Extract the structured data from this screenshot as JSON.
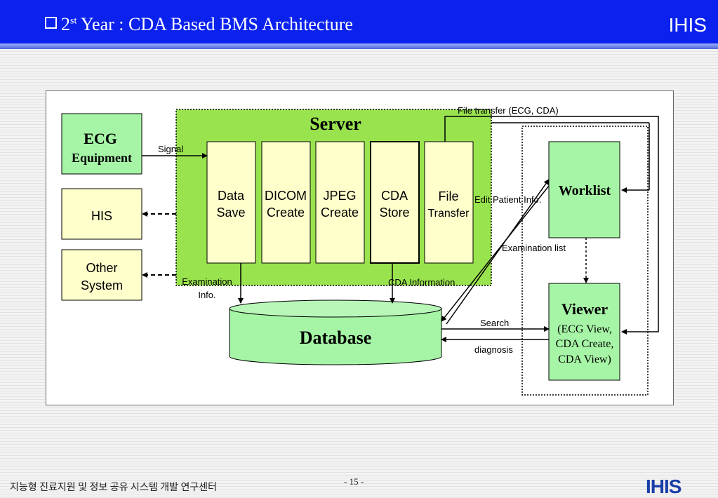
{
  "header": {
    "title_prefix": "2",
    "title_sup": "st",
    "title_rest": " Year : CDA Based BMS Architecture",
    "brand": "IHIS"
  },
  "diagram": {
    "server_label": "Server",
    "modules": [
      {
        "line1": "Data",
        "line2": "Save"
      },
      {
        "line1": "DICOM",
        "line2": "Create"
      },
      {
        "line1": "JPEG",
        "line2": "Create"
      },
      {
        "line1": "CDA",
        "line2": "Store"
      },
      {
        "line1": "File",
        "line2": "Transfer"
      }
    ],
    "ecg": {
      "line1": "ECG",
      "line2": "Equipment"
    },
    "his": "HIS",
    "other": {
      "line1": "Other",
      "line2": "System"
    },
    "database": "Database",
    "worklist": "Worklist",
    "viewer": {
      "line1": "Viewer",
      "line2": "(ECG View,",
      "line3": "CDA Create,",
      "line4": "CDA View)"
    },
    "labels": {
      "signal": "Signal",
      "file_transfer": "File transfer (ECG, CDA)",
      "edit_patient": "Edit Patient Info.",
      "examination_list": "Examination list",
      "examination_info_1": "Examination",
      "examination_info_2": "Info.",
      "cda_information": "CDA Information",
      "search": "Search",
      "diagnosis": "diagnosis"
    }
  },
  "footer": {
    "text": "지능형 진료지원 및 정보 공유 시스템 개발 연구센터",
    "page": "- 15 -",
    "logo": "IHIS"
  },
  "colors": {
    "header_blue": "#0b22ee",
    "server_green": "#99e34e",
    "box_green": "#a6f5a6",
    "module_yellow": "#ffffcc"
  }
}
